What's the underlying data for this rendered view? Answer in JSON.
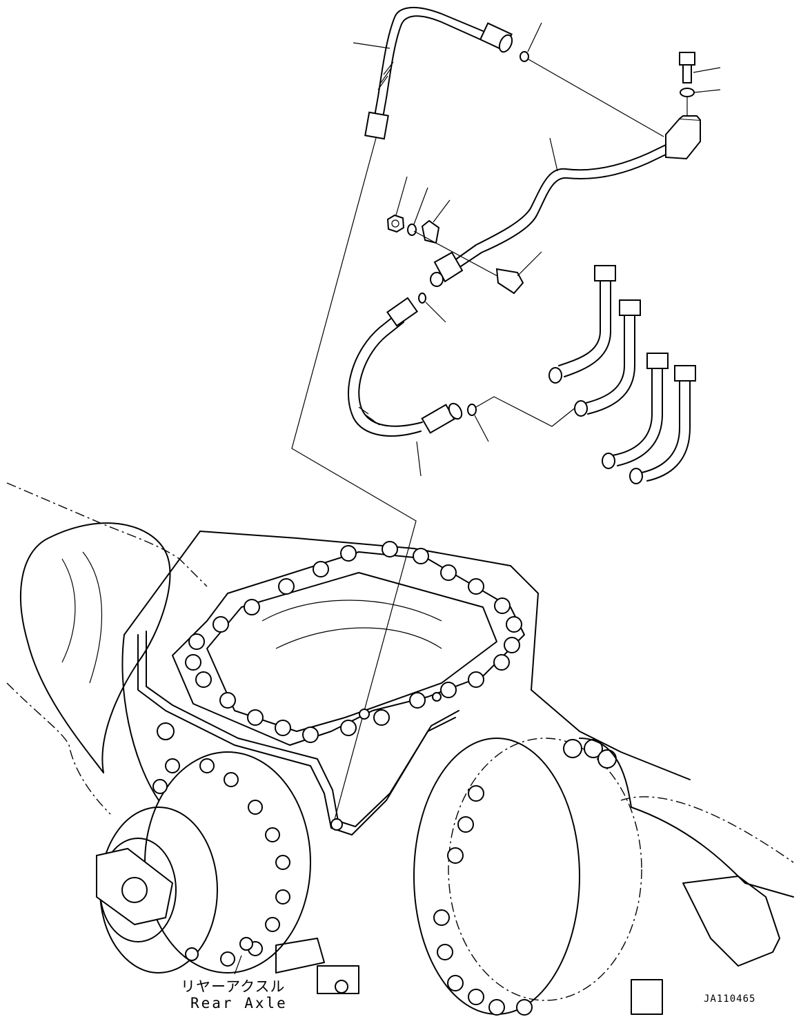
{
  "figure": {
    "label_japanese": "リヤーアクスル",
    "label_english": "Rear Axle",
    "drawing_code": "JA110465"
  },
  "parts": [
    "hose-upper",
    "o-ring-upper",
    "bolt",
    "washer",
    "bracket",
    "tube",
    "nut",
    "spring-washer",
    "clip",
    "clamp",
    "o-ring-middle",
    "hose-lower",
    "o-ring-lower",
    "fitting-group"
  ]
}
